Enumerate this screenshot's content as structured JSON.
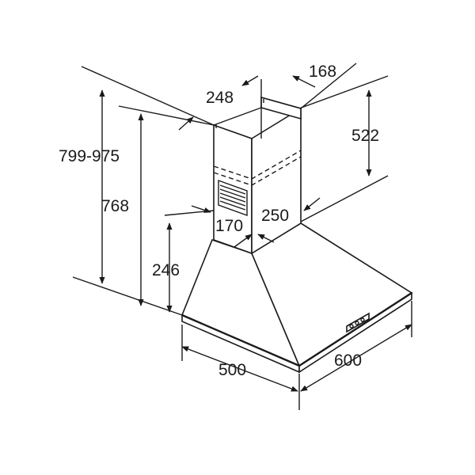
{
  "dimensions": {
    "total_height": "799-975",
    "height_768": "768",
    "hood_height": "246",
    "chimney_height": "522",
    "chimney_top_width": "248",
    "chimney_top_depth": "168",
    "chimney_width": "170",
    "chimney_depth": "250",
    "hood_depth": "500",
    "hood_width": "600"
  }
}
